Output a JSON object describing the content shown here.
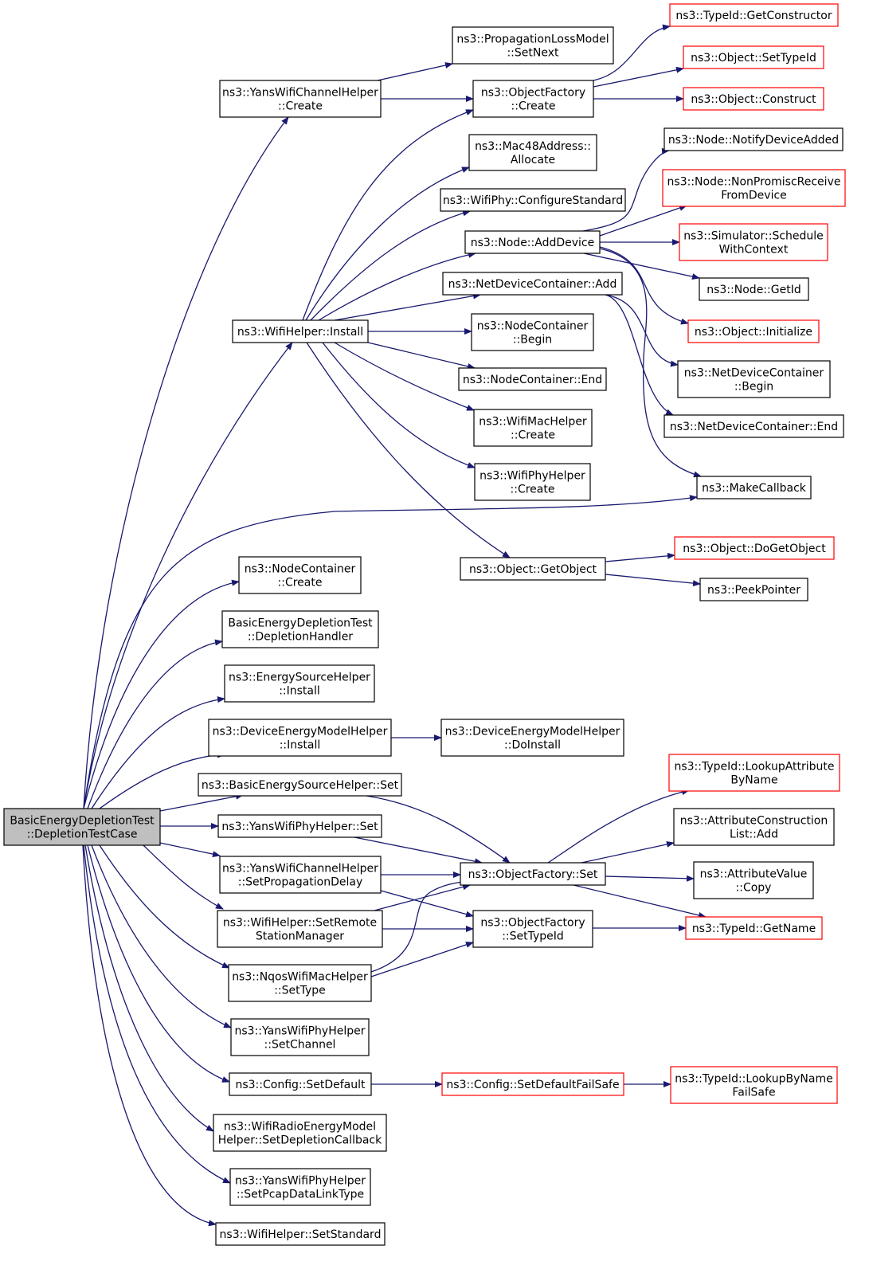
{
  "colors": {
    "edge": "#191970",
    "root_fill": "#bfbfbf",
    "normal_border": "#000000",
    "truncated_border": "#ff0000",
    "background": "#ffffff"
  },
  "diagram": {
    "type": "call-graph",
    "nodes": [
      {
        "id": "root",
        "lines": [
          "BasicEnergyDepletionTest",
          "::DepletionTestCase"
        ],
        "style": "root"
      },
      {
        "id": "yans_channel_create",
        "lines": [
          "ns3::YansWifiChannelHelper",
          "::Create"
        ],
        "style": "normal"
      },
      {
        "id": "prop_loss_setnext",
        "lines": [
          "ns3::PropagationLossModel",
          "::SetNext"
        ],
        "style": "normal"
      },
      {
        "id": "objfactory_create",
        "lines": [
          "ns3::ObjectFactory",
          "::Create"
        ],
        "style": "normal"
      },
      {
        "id": "typeid_getconstructor",
        "lines": [
          "ns3::TypeId::GetConstructor"
        ],
        "style": "truncated"
      },
      {
        "id": "object_settypeid",
        "lines": [
          "ns3::Object::SetTypeId"
        ],
        "style": "truncated"
      },
      {
        "id": "object_construct",
        "lines": [
          "ns3::Object::Construct"
        ],
        "style": "truncated"
      },
      {
        "id": "mac48_allocate",
        "lines": [
          "ns3::Mac48Address::",
          "Allocate"
        ],
        "style": "normal"
      },
      {
        "id": "wifiphy_configstd",
        "lines": [
          "ns3::WifiPhy::ConfigureStandard"
        ],
        "style": "normal"
      },
      {
        "id": "node_adddevice",
        "lines": [
          "ns3::Node::AddDevice"
        ],
        "style": "normal"
      },
      {
        "id": "node_notifydeviceadded",
        "lines": [
          "ns3::Node::NotifyDeviceAdded"
        ],
        "style": "normal"
      },
      {
        "id": "node_nonpromisc",
        "lines": [
          "ns3::Node::NonPromiscReceive",
          "FromDevice"
        ],
        "style": "truncated"
      },
      {
        "id": "sim_schedulewithctx",
        "lines": [
          "ns3::Simulator::Schedule",
          "WithContext"
        ],
        "style": "truncated"
      },
      {
        "id": "node_getid",
        "lines": [
          "ns3::Node::GetId"
        ],
        "style": "normal"
      },
      {
        "id": "object_initialize",
        "lines": [
          "ns3::Object::Initialize"
        ],
        "style": "truncated"
      },
      {
        "id": "netdevcont_add",
        "lines": [
          "ns3::NetDeviceContainer::Add"
        ],
        "style": "normal"
      },
      {
        "id": "netdevcont_begin",
        "lines": [
          "ns3::NetDeviceContainer",
          "::Begin"
        ],
        "style": "normal"
      },
      {
        "id": "netdevcont_end",
        "lines": [
          "ns3::NetDeviceContainer::End"
        ],
        "style": "normal"
      },
      {
        "id": "wifihelper_install",
        "lines": [
          "ns3::WifiHelper::Install"
        ],
        "style": "normal"
      },
      {
        "id": "nodecont_begin",
        "lines": [
          "ns3::NodeContainer",
          "::Begin"
        ],
        "style": "normal"
      },
      {
        "id": "nodecont_end",
        "lines": [
          "ns3::NodeContainer::End"
        ],
        "style": "normal"
      },
      {
        "id": "wifimac_create",
        "lines": [
          "ns3::WifiMacHelper",
          "::Create"
        ],
        "style": "normal"
      },
      {
        "id": "wifiphyhelper_create",
        "lines": [
          "ns3::WifiPhyHelper",
          "::Create"
        ],
        "style": "normal"
      },
      {
        "id": "makecallback",
        "lines": [
          "ns3::MakeCallback"
        ],
        "style": "normal"
      },
      {
        "id": "object_getobject",
        "lines": [
          "ns3::Object::GetObject"
        ],
        "style": "normal"
      },
      {
        "id": "object_dogetobject",
        "lines": [
          "ns3::Object::DoGetObject"
        ],
        "style": "truncated"
      },
      {
        "id": "peekpointer",
        "lines": [
          "ns3::PeekPointer"
        ],
        "style": "normal"
      },
      {
        "id": "nodecont_create",
        "lines": [
          "ns3::NodeContainer",
          "::Create"
        ],
        "style": "normal"
      },
      {
        "id": "depletionhandler",
        "lines": [
          "BasicEnergyDepletionTest",
          "::DepletionHandler"
        ],
        "style": "normal"
      },
      {
        "id": "energysource_install",
        "lines": [
          "ns3::EnergySourceHelper",
          "::Install"
        ],
        "style": "normal"
      },
      {
        "id": "devenergy_install",
        "lines": [
          "ns3::DeviceEnergyModelHelper",
          "::Install"
        ],
        "style": "normal"
      },
      {
        "id": "devenergy_doinstall",
        "lines": [
          "ns3::DeviceEnergyModelHelper",
          "::DoInstall"
        ],
        "style": "normal"
      },
      {
        "id": "basicenergy_set",
        "lines": [
          "ns3::BasicEnergySourceHelper::Set"
        ],
        "style": "normal"
      },
      {
        "id": "typeid_lookupattr",
        "lines": [
          "ns3::TypeId::LookupAttribute",
          "ByName"
        ],
        "style": "truncated"
      },
      {
        "id": "yansphy_set",
        "lines": [
          "ns3::YansWifiPhyHelper::Set"
        ],
        "style": "normal"
      },
      {
        "id": "attrconstr_add",
        "lines": [
          "ns3::AttributeConstruction",
          "List::Add"
        ],
        "style": "normal"
      },
      {
        "id": "yanschannel_setprop",
        "lines": [
          "ns3::YansWifiChannelHelper",
          "::SetPropagationDelay"
        ],
        "style": "normal"
      },
      {
        "id": "objfactory_set",
        "lines": [
          "ns3::ObjectFactory::Set"
        ],
        "style": "normal"
      },
      {
        "id": "attrvalue_copy",
        "lines": [
          "ns3::AttributeValue",
          "::Copy"
        ],
        "style": "normal"
      },
      {
        "id": "wifihelper_setremote",
        "lines": [
          "ns3::WifiHelper::SetRemote",
          "StationManager"
        ],
        "style": "normal"
      },
      {
        "id": "objfactory_settypeid",
        "lines": [
          "ns3::ObjectFactory",
          "::SetTypeId"
        ],
        "style": "normal"
      },
      {
        "id": "typeid_getname",
        "lines": [
          "ns3::TypeId::GetName"
        ],
        "style": "truncated"
      },
      {
        "id": "nqosmac_settype",
        "lines": [
          "ns3::NqosWifiMacHelper",
          "::SetType"
        ],
        "style": "normal"
      },
      {
        "id": "yansphy_setchannel",
        "lines": [
          "ns3::YansWifiPhyHelper",
          "::SetChannel"
        ],
        "style": "normal"
      },
      {
        "id": "config_setdefault",
        "lines": [
          "ns3::Config::SetDefault"
        ],
        "style": "normal"
      },
      {
        "id": "config_setdefaultfailsafe",
        "lines": [
          "ns3::Config::SetDefaultFailSafe"
        ],
        "style": "truncated"
      },
      {
        "id": "typeid_lookupbyname",
        "lines": [
          "ns3::TypeId::LookupByName",
          "FailSafe"
        ],
        "style": "truncated"
      },
      {
        "id": "wifiradio_setdepletion",
        "lines": [
          "ns3::WifiRadioEnergyModel",
          "Helper::SetDepletionCallback"
        ],
        "style": "normal"
      },
      {
        "id": "yansphy_setpcap",
        "lines": [
          "ns3::YansWifiPhyHelper",
          "::SetPcapDataLinkType"
        ],
        "style": "normal"
      },
      {
        "id": "wifihelper_setstandard",
        "lines": [
          "ns3::WifiHelper::SetStandard"
        ],
        "style": "normal"
      }
    ],
    "edges": [
      [
        "root",
        "yans_channel_create"
      ],
      [
        "root",
        "wifihelper_install"
      ],
      [
        "root",
        "makecallback"
      ],
      [
        "root",
        "nodecont_create"
      ],
      [
        "root",
        "depletionhandler"
      ],
      [
        "root",
        "energysource_install"
      ],
      [
        "root",
        "devenergy_install"
      ],
      [
        "root",
        "basicenergy_set"
      ],
      [
        "root",
        "yansphy_set"
      ],
      [
        "root",
        "yanschannel_setprop"
      ],
      [
        "root",
        "wifihelper_setremote"
      ],
      [
        "root",
        "nqosmac_settype"
      ],
      [
        "root",
        "yansphy_setchannel"
      ],
      [
        "root",
        "config_setdefault"
      ],
      [
        "root",
        "wifiradio_setdepletion"
      ],
      [
        "root",
        "yansphy_setpcap"
      ],
      [
        "root",
        "wifihelper_setstandard"
      ],
      [
        "yans_channel_create",
        "prop_loss_setnext"
      ],
      [
        "yans_channel_create",
        "objfactory_create"
      ],
      [
        "objfactory_create",
        "typeid_getconstructor"
      ],
      [
        "objfactory_create",
        "object_settypeid"
      ],
      [
        "objfactory_create",
        "object_construct"
      ],
      [
        "wifihelper_install",
        "objfactory_create"
      ],
      [
        "wifihelper_install",
        "mac48_allocate"
      ],
      [
        "wifihelper_install",
        "wifiphy_configstd"
      ],
      [
        "wifihelper_install",
        "node_adddevice"
      ],
      [
        "wifihelper_install",
        "netdevcont_add"
      ],
      [
        "wifihelper_install",
        "nodecont_begin"
      ],
      [
        "wifihelper_install",
        "nodecont_end"
      ],
      [
        "wifihelper_install",
        "wifimac_create"
      ],
      [
        "wifihelper_install",
        "wifiphyhelper_create"
      ],
      [
        "wifihelper_install",
        "object_getobject"
      ],
      [
        "node_adddevice",
        "node_notifydeviceadded"
      ],
      [
        "node_adddevice",
        "node_nonpromisc"
      ],
      [
        "node_adddevice",
        "sim_schedulewithctx"
      ],
      [
        "node_adddevice",
        "node_getid"
      ],
      [
        "node_adddevice",
        "object_initialize"
      ],
      [
        "node_adddevice",
        "makecallback"
      ],
      [
        "netdevcont_add",
        "netdevcont_begin"
      ],
      [
        "netdevcont_add",
        "netdevcont_end"
      ],
      [
        "object_getobject",
        "object_dogetobject"
      ],
      [
        "object_getobject",
        "peekpointer"
      ],
      [
        "devenergy_install",
        "devenergy_doinstall"
      ],
      [
        "basicenergy_set",
        "objfactory_set"
      ],
      [
        "yansphy_set",
        "objfactory_set"
      ],
      [
        "yanschannel_setprop",
        "objfactory_set"
      ],
      [
        "yanschannel_setprop",
        "objfactory_settypeid"
      ],
      [
        "wifihelper_setremote",
        "objfactory_set"
      ],
      [
        "wifihelper_setremote",
        "objfactory_settypeid"
      ],
      [
        "nqosmac_settype",
        "objfactory_set"
      ],
      [
        "nqosmac_settype",
        "objfactory_settypeid"
      ],
      [
        "objfactory_set",
        "typeid_lookupattr"
      ],
      [
        "objfactory_set",
        "attrconstr_add"
      ],
      [
        "objfactory_set",
        "attrvalue_copy"
      ],
      [
        "objfactory_set",
        "typeid_getname"
      ],
      [
        "objfactory_settypeid",
        "typeid_getname"
      ],
      [
        "config_setdefault",
        "config_setdefaultfailsafe"
      ],
      [
        "config_setdefaultfailsafe",
        "typeid_lookupbyname"
      ]
    ]
  }
}
